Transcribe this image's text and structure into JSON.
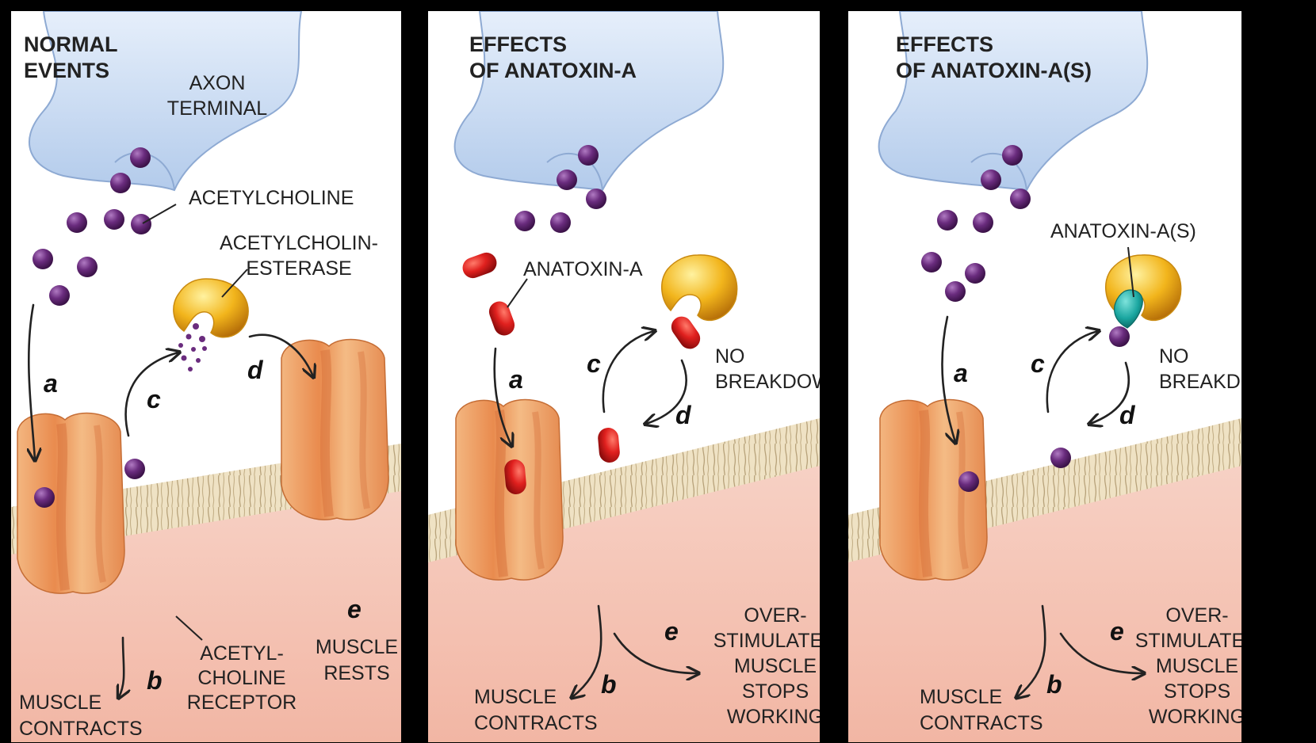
{
  "panels": [
    {
      "title_lines": [
        "NORMAL",
        "EVENTS"
      ],
      "labels": {
        "axon_terminal": [
          "AXON",
          "TERMINAL"
        ],
        "acetylcholine": "ACETYLCHOLINE",
        "enzyme": [
          "ACETYLCHOLIN-",
          "ESTERASE"
        ],
        "receptor": [
          "ACETYL-",
          "CHOLINE",
          "RECEPTOR"
        ],
        "muscle_contracts": [
          "MUSCLE",
          "CONTRACTS"
        ],
        "muscle_rests": [
          "MUSCLE",
          "RESTS"
        ]
      },
      "steps": [
        "a",
        "b",
        "c",
        "d",
        "e"
      ]
    },
    {
      "title_lines": [
        "EFFECTS",
        "OF ANATOXIN-A"
      ],
      "labels": {
        "toxin": "ANATOXIN-A",
        "no_breakdown": [
          "NO",
          "BREAKDOWN"
        ],
        "muscle_contracts": [
          "MUSCLE",
          "CONTRACTS"
        ],
        "overstimulated": [
          "OVER-",
          "STIMULATED",
          "MUSCLE",
          "STOPS",
          "WORKING"
        ]
      },
      "steps": [
        "a",
        "b",
        "c",
        "d",
        "e"
      ]
    },
    {
      "title_lines": [
        "EFFECTS",
        "OF ANATOXIN-A(S)"
      ],
      "labels": {
        "toxin": "ANATOXIN-A(S)",
        "no_breakdown": [
          "NO",
          "BREAKDOWN"
        ],
        "muscle_contracts": [
          "MUSCLE",
          "CONTRACTS"
        ],
        "overstimulated": [
          "OVER-",
          "STIMULATED",
          "MUSCLE",
          "STOPS",
          "WORKING"
        ]
      },
      "steps": [
        "a",
        "b",
        "c",
        "d",
        "e"
      ]
    }
  ],
  "colors": {
    "background": "#000000",
    "panel_bg": "#ffffff",
    "axon": "#c5d8f0",
    "acetylcholine": "#6a2c7e",
    "anatoxin_a": "#d81e1e",
    "esterase": "#f2b51c",
    "anatoxin_as": "#1aa6a0",
    "receptor": "#f0a060",
    "membrane": "#e8d6b0",
    "muscle": "#f7c9bd"
  }
}
